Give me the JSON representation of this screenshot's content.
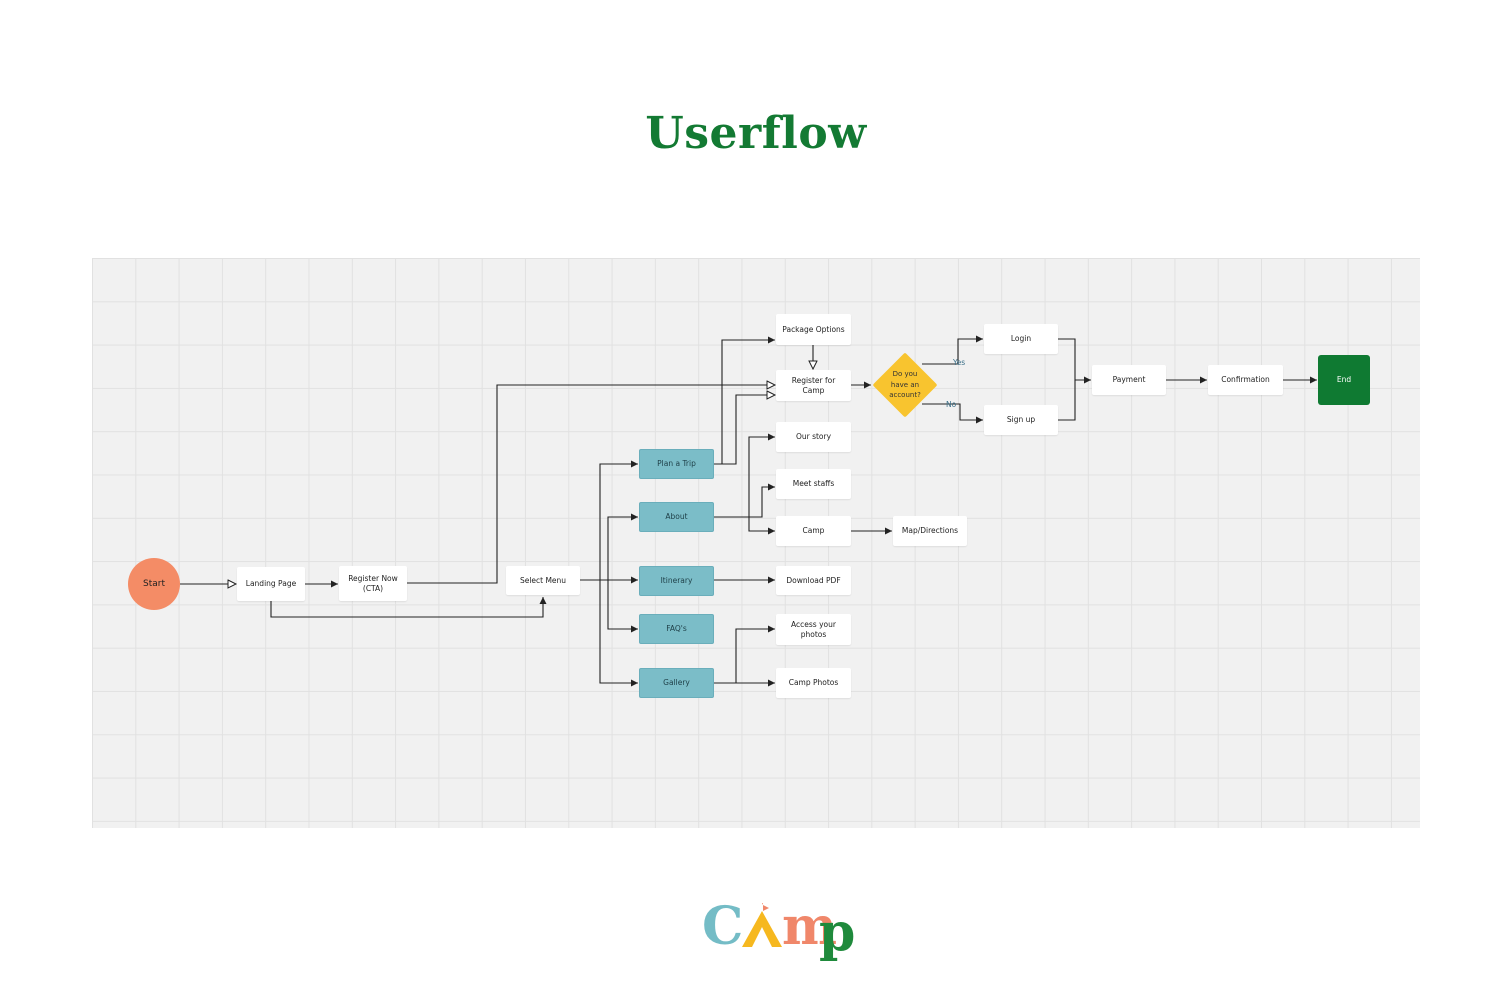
{
  "title": "Userflow",
  "nodes": {
    "start": "Start",
    "landing": "Landing Page",
    "register_now": "Register Now (CTA)",
    "select_menu": "Select Menu",
    "plan_trip": "Plan a Trip",
    "about": "About",
    "itinerary": "Itinerary",
    "faqs": "FAQ's",
    "gallery": "Gallery",
    "package_options": "Package Options",
    "register_camp": "Register for Camp",
    "our_story": "Our story",
    "meet_staffs": "Meet staffs",
    "camp": "Camp",
    "map_directions": "Map/Directions",
    "download_pdf": "Download PDF",
    "access_photos": "Access your photos",
    "camp_photos": "Camp Photos",
    "decision": "Do you have an account?",
    "yes": "Yes",
    "no": "No",
    "login": "Login",
    "signup": "Sign up",
    "payment": "Payment",
    "confirmation": "Confirmation",
    "end": "End"
  },
  "logo": {
    "text": "Camp",
    "letters": [
      "C",
      "A",
      "m",
      "p"
    ]
  },
  "colors": {
    "title_green": "#137a33",
    "start_orange": "#f48c66",
    "menu_teal": "#7bbdc8",
    "decision_yellow": "#f8c42f",
    "end_green": "#0f7a32",
    "logo_c": "#74bcc6",
    "logo_a": "#f6b81f",
    "logo_m": "#f0876a",
    "logo_p": "#1f8a3c"
  }
}
